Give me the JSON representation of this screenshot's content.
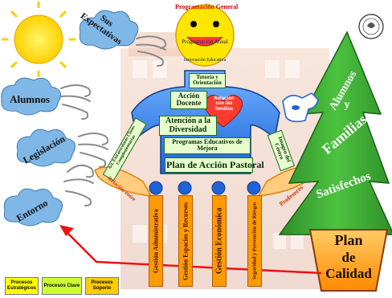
{
  "smile": {
    "line1": "Programación General",
    "line2": "Programación Anual",
    "line3": "Innovación Educativa"
  },
  "left": {
    "expectativas": "Sus Expectativas",
    "alumnos": "Alumnos",
    "legislacion": "Legislación",
    "entorno": "Entorno"
  },
  "body": {
    "tutoria": "Tutoría y Orientación",
    "accion_docente": "Acción Docente",
    "relacion_familias": "Relación con las familias",
    "atencion": "Atención a la Diversidad",
    "actividades": "Act. Extraescolares Clases Complementarias",
    "imagen": "Imagen del Centro",
    "programas": "Programas Educativos de Mejora",
    "plan_accion": "Plan de Acción Pastoral",
    "relacion_entre": "Relación entre",
    "profesores": "Profesores"
  },
  "legs": [
    "Gestión Administrativa",
    "Gestión Espacios y Recursos",
    "Gestión Económica",
    "Seguridad y Prevención de Riesgos"
  ],
  "tree": {
    "w1": "Alumnos",
    "w2": "y",
    "w3": "Familias",
    "w4": "Satisfechos"
  },
  "plan": {
    "l1": "Plan",
    "l2": "de",
    "l3": "Calidad"
  },
  "legend": [
    {
      "text": "Procesos Estratégicos",
      "color": "#ffff00"
    },
    {
      "text": "Procesos Clave",
      "color": "#ccff33"
    },
    {
      "text": "Procesos Soporte",
      "color": "#ffcc00"
    }
  ]
}
